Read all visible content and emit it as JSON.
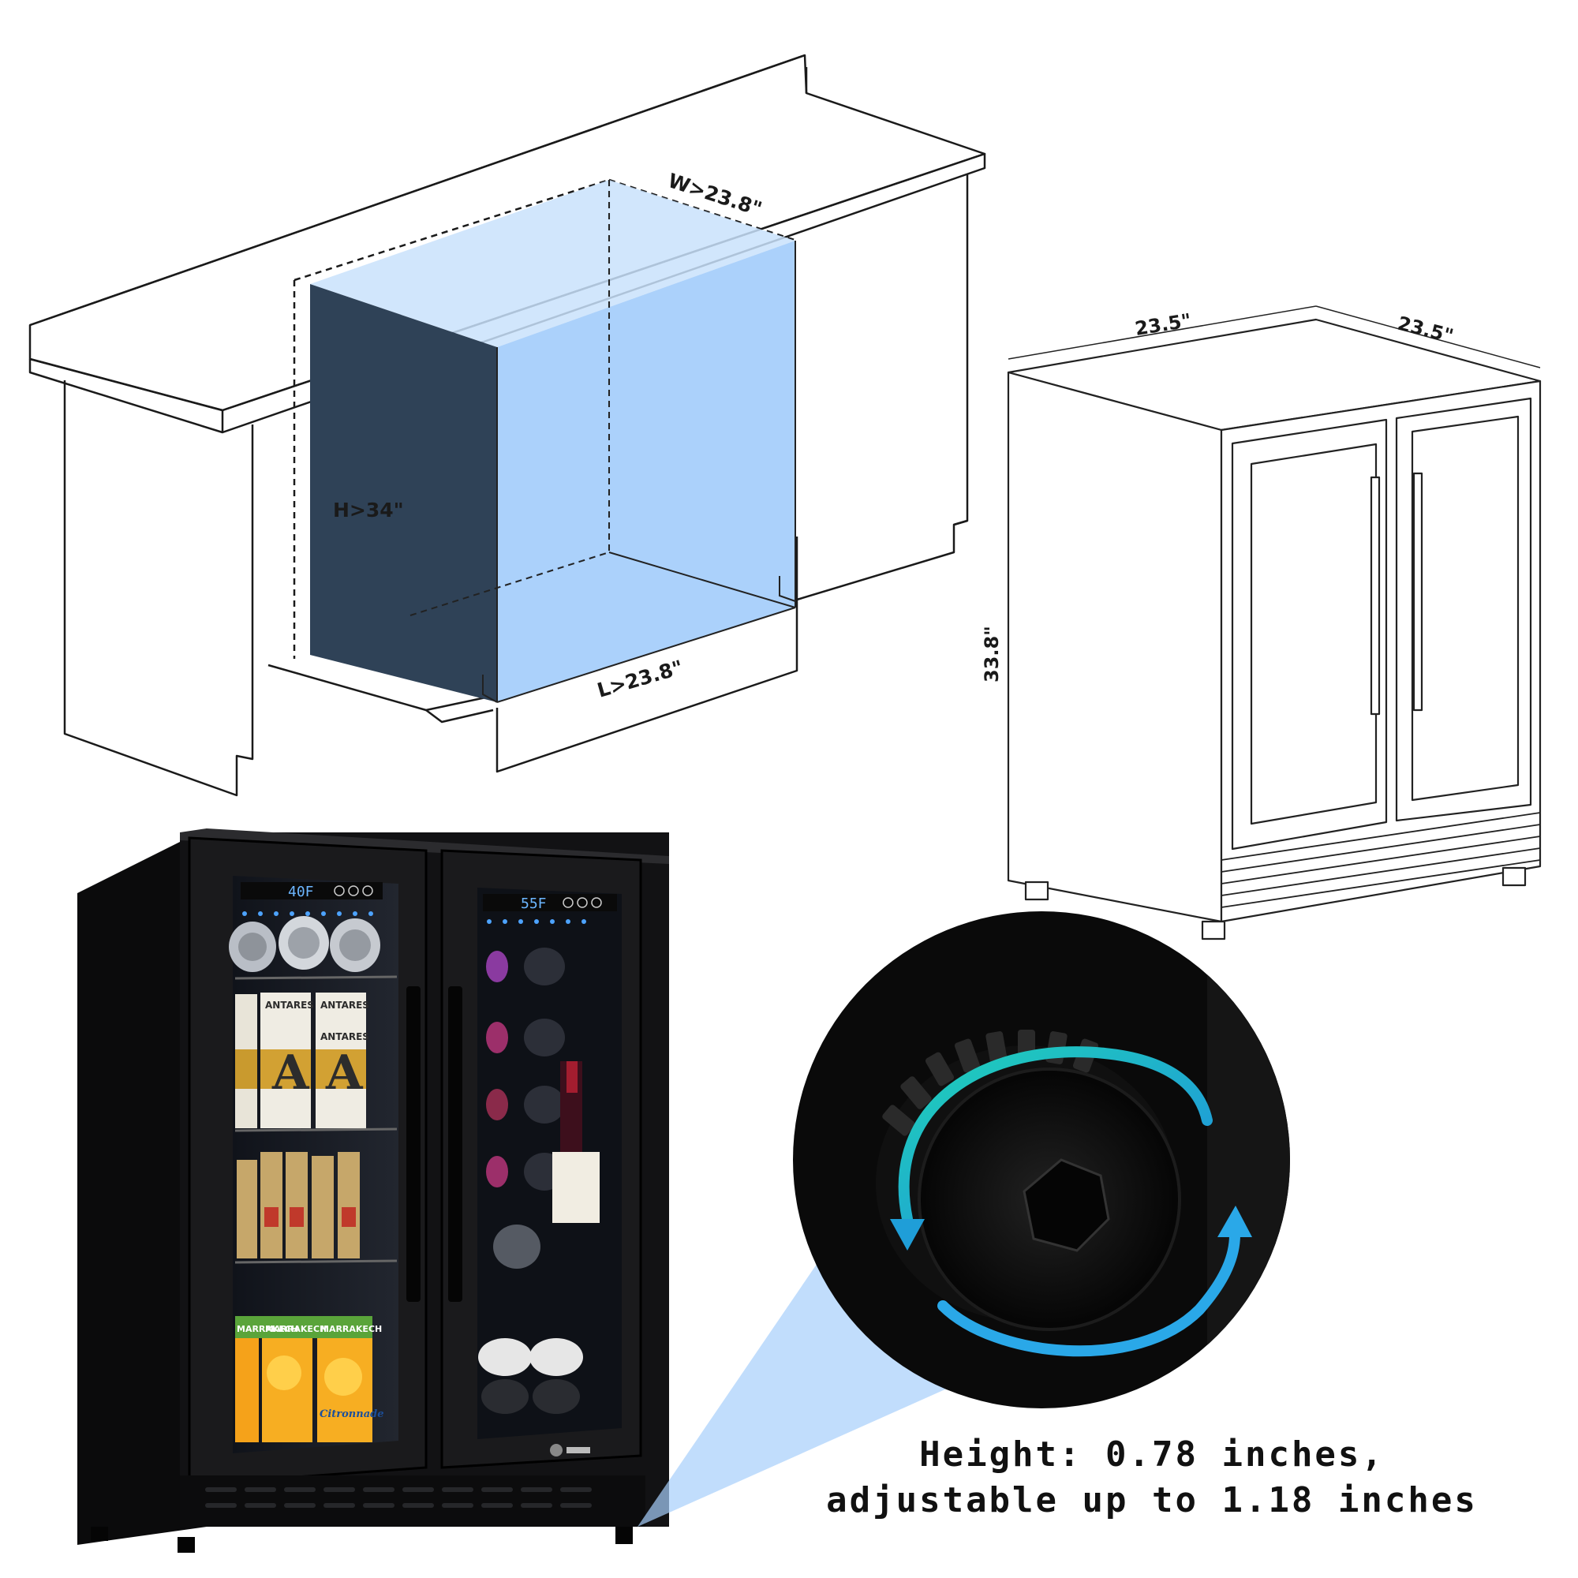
{
  "cabinet_diagram": {
    "width_label": "W>23.8\"",
    "height_label": "H>34\"",
    "length_label": "L>23.8\"",
    "fill_front": "#2f4257",
    "fill_side": "#a6cffb"
  },
  "fridge_dimensions": {
    "width_label": "23.5\"",
    "depth_label": "23.5\"",
    "height_label": "33.8\""
  },
  "product": {
    "left_display": "40F",
    "right_display": "55F",
    "brand_panels": [
      "ANTARES",
      "ANTARES",
      "ANTARES",
      "MARRAKECH",
      "MARRAKECH",
      "MARRAKECH"
    ],
    "juice_label": "Citronnade"
  },
  "caption": {
    "line1": "Height: 0.78 inches,",
    "line2": "adjustable up to 1.18 inches"
  }
}
